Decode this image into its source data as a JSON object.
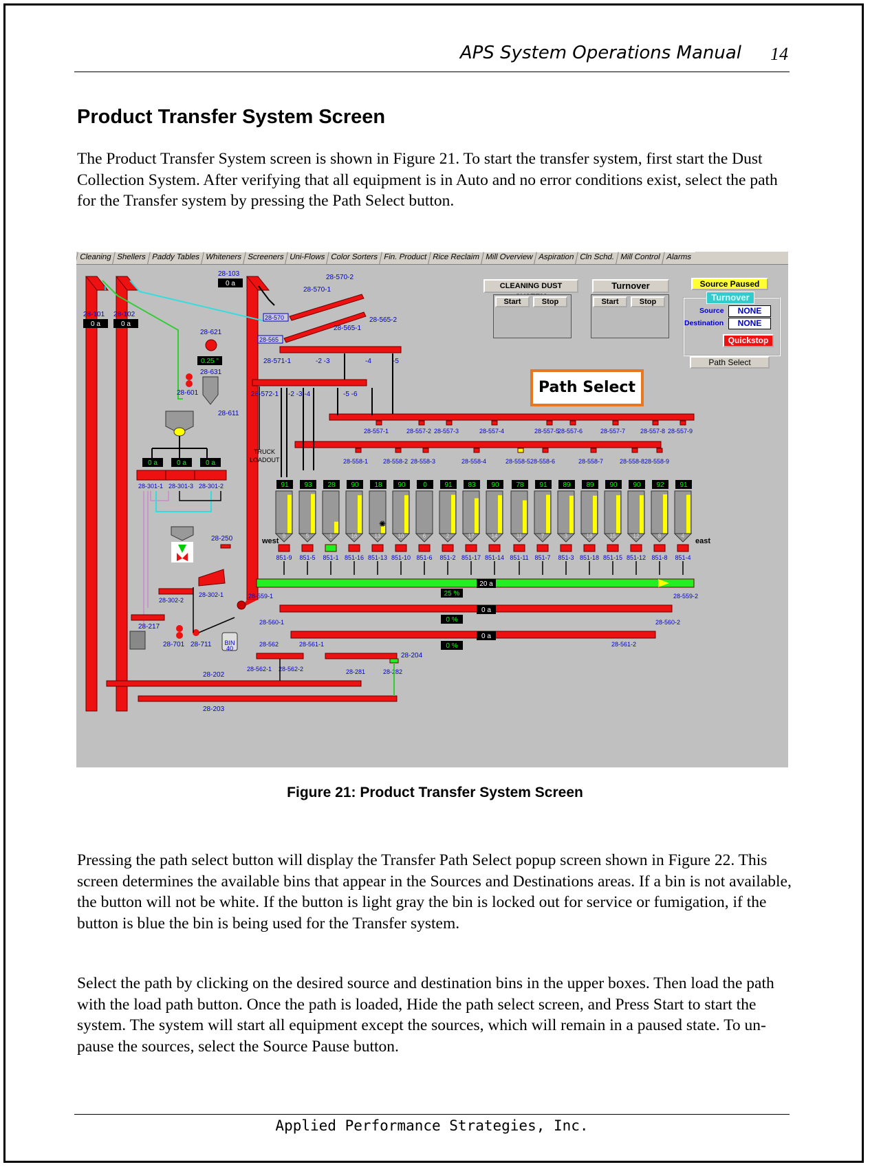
{
  "header": {
    "title": "APS System Operations Manual",
    "page_number": "14"
  },
  "section_title": "Product Transfer System Screen",
  "intro_paragraph": "The Product Transfer System screen is shown in Figure 21. To start the transfer system, first start the Dust Collection System.  After verifying that all equipment is in Auto and no error conditions exist, select the path for the Transfer system by pressing the Path Select button.",
  "screen": {
    "tabs": [
      "Cleaning",
      "Shellers",
      "Paddy Tables",
      "Whiteners",
      "Screeners",
      "Uni-Flows",
      "Color Sorters",
      "Fin. Product",
      "Rice Reclaim",
      "Mill Overview",
      "Aspiration",
      "Cln Schd.",
      "Mill Control",
      "Alarms"
    ],
    "dust_panel": {
      "title": "CLEANING DUST SYSTEM",
      "start": "Start",
      "stop": "Stop"
    },
    "turnover_panel": {
      "title": "Turnover",
      "start": "Start",
      "stop": "Stop"
    },
    "source_paused": "Source Paused",
    "turnover_label": "Turnover",
    "source_label": "Source",
    "source_value": "NONE",
    "destination_label": "Destination",
    "destination_value": "NONE",
    "quickstop": "Quickstop",
    "path_select": "Path Select",
    "callout": "Path Select",
    "elevators": [
      {
        "tag": "28-101",
        "value": "0 a"
      },
      {
        "tag": "28-102",
        "value": "0 a"
      },
      {
        "tag": "28-103",
        "value": "0 a"
      }
    ],
    "misc_labels": {
      "t621": "28-621",
      "t621_value": "0.25 \"",
      "t631": "28-631",
      "t601": "28-601",
      "t611": "28-611",
      "t570_2": "28-570-2",
      "t570_1": "28-570-1",
      "t570": "28-570",
      "t565": "28-565",
      "t565_2": "28-565-2",
      "t565_1": "28-565-1",
      "t571_1": "28-571-1",
      "t571_23": "-2  -3",
      "t571_4": "-4",
      "t571_5": "-5",
      "t572_1": "28-572-1",
      "t572_234": "-2 -3 -4",
      "t572_56": "-5   -6",
      "truck": "TRUCK",
      "loadout": "LOADOUT",
      "t301_1": "28-301-1",
      "t301_3": "28-301-3",
      "t301_2": "28-301-2",
      "t250": "28-250",
      "t302_2": "28-302-2",
      "t302_1": "28-302-1",
      "t217": "28-217",
      "t701": "28-701",
      "t711": "28-711",
      "bin": "BIN",
      "bin_no": "40",
      "west": "west",
      "east": "east",
      "t559_1": "28-559-1",
      "t559_2": "28-559-2",
      "t559_value": "20 a",
      "t559_pct": "25 %",
      "t560_1": "28-560-1",
      "t560_2": "28-560-2",
      "t560_value": "0 a",
      "t560_pct": "0 %",
      "t561_1": "28-561-1",
      "t561_2": "28-561-2",
      "t561_value": "0 a",
      "t561_pct": "0 %",
      "t562": "28-562",
      "t562_1": "28-562-1",
      "t562_2": "28-562-2",
      "t204": "28-204",
      "t281": "28-281",
      "t282": "28-282",
      "t202": "28-202",
      "t203": "28-203"
    },
    "feeder_values": [
      "0 a",
      "0 a",
      "0 a"
    ],
    "gates_557": [
      "28-557-1",
      "28-557-2",
      "28-557-3",
      "28-557-4",
      "28-557-5",
      "28-557-6",
      "28-557-7",
      "28-557-8",
      "28-557-9"
    ],
    "gates_558": [
      "28-558-1",
      "28-558-2",
      "28-558-3",
      "28-558-4",
      "28-558-5",
      "28-558-6",
      "28-558-7",
      "28-558-8",
      "28-558-9"
    ],
    "bins": [
      {
        "level": "91",
        "no": "9",
        "valve": "851-9"
      },
      {
        "level": "93",
        "no": "5",
        "valve": "851-5"
      },
      {
        "level": "28",
        "no": "1",
        "valve": "851-1"
      },
      {
        "level": "90",
        "no": "16",
        "valve": "851-16"
      },
      {
        "level": "18",
        "no": "13",
        "valve": "851-13"
      },
      {
        "level": "90",
        "no": "10",
        "valve": "851-10"
      },
      {
        "level": "0",
        "no": "6",
        "valve": "851-6"
      },
      {
        "level": "91",
        "no": "2",
        "valve": "851-2"
      },
      {
        "level": "83",
        "no": "17",
        "valve": "851-17"
      },
      {
        "level": "90",
        "no": "14",
        "valve": "851-14"
      },
      {
        "level": "78",
        "no": "11",
        "valve": "851-11"
      },
      {
        "level": "91",
        "no": "7",
        "valve": "851-7"
      },
      {
        "level": "89",
        "no": "3",
        "valve": "851-3"
      },
      {
        "level": "89",
        "no": "18",
        "valve": "851-18"
      },
      {
        "level": "90",
        "no": "15",
        "valve": "851-15"
      },
      {
        "level": "90",
        "no": "12",
        "valve": "851-12"
      },
      {
        "level": "92",
        "no": "8",
        "valve": "851-8"
      },
      {
        "level": "91",
        "no": "4",
        "valve": "851-4"
      }
    ]
  },
  "figure_caption": "Figure 21: Product Transfer System Screen",
  "paragraph_2": "Pressing the path select button will display the Transfer Path Select popup screen shown in Figure 22.  This screen determines the available bins that appear in the Sources and Destinations areas. If a bin is not available, the button will not be white. If the button is light gray the bin is locked out for service or fumigation, if the button is blue the bin is being used for the Transfer system.",
  "paragraph_3": "Select the path by clicking on the desired source and destination bins in the upper boxes.  Then load the path with the load path button. Once the path is loaded, Hide the path select screen, and Press Start to start the system. The system will start all equipment except the sources, which will remain in a paused state.  To un-pause the sources, select the Source Pause button.",
  "footer": "Applied Performance Strategies, Inc.",
  "colors": {
    "conveyor": "#ee1111",
    "active": "#22ee22",
    "level": "#ffff00",
    "tag": "#0000cc"
  }
}
